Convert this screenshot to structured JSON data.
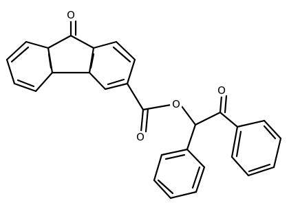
{
  "structure": {
    "atoms": [
      {
        "id": "O1",
        "element": "O",
        "label": "O"
      },
      {
        "id": "O2",
        "element": "O",
        "label": "O"
      },
      {
        "id": "O3",
        "element": "O",
        "label": "O"
      },
      {
        "id": "O4",
        "element": "O",
        "label": "O"
      }
    ],
    "bond_color": "#000000",
    "background": "#ffffff"
  }
}
